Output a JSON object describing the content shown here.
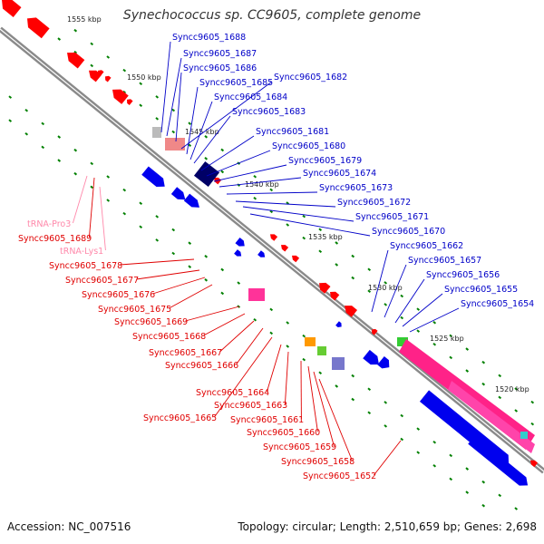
{
  "title": "Synechococcus sp. CC9605, complete genome",
  "footer": {
    "accession": "Accession: NC_007516",
    "topology": "Topology: circular; Length: 2,510,659 bp; Genes: 2,698"
  },
  "colors": {
    "backbone": "#8a8a8a",
    "forward_label": "#0000c8",
    "reverse_label": "#e00000",
    "rna_label": "#ff88aa",
    "tick": "#008000"
  },
  "kbp_labels": [
    "1555 kbp",
    "1550 kbp",
    "1545 kbp",
    "1540 kbp",
    "1535 kbp",
    "1530 kbp",
    "1525 kbp",
    "1520 kbp"
  ],
  "forward_genes": [
    "Syncc9605_1688",
    "Syncc9605_1687",
    "Syncc9605_1686",
    "Syncc9605_1682",
    "Syncc9605_1685",
    "Syncc9605_1684",
    "Syncc9605_1683",
    "Syncc9605_1681",
    "Syncc9605_1680",
    "Syncc9605_1679",
    "Syncc9605_1674",
    "Syncc9605_1673",
    "Syncc9605_1672",
    "Syncc9605_1671",
    "Syncc9605_1670",
    "Syncc9605_1662",
    "Syncc9605_1657",
    "Syncc9605_1656",
    "Syncc9605_1655",
    "Syncc9605_1654"
  ],
  "reverse_genes": [
    "tRNA-Pro3",
    "Syncc9605_1689",
    "tRNA-Lys1",
    "Syncc9605_1678",
    "Syncc9605_1677",
    "Syncc9605_1676",
    "Syncc9605_1675",
    "Syncc9605_1669",
    "Syncc9605_1668",
    "Syncc9605_1667",
    "Syncc9605_1666",
    "Syncc9605_1664",
    "Syncc9605_1663",
    "Syncc9605_1665",
    "Syncc9605_1661",
    "Syncc9605_1660",
    "Syncc9605_1659",
    "Syncc9605_1658",
    "Syncc9605_1652"
  ]
}
